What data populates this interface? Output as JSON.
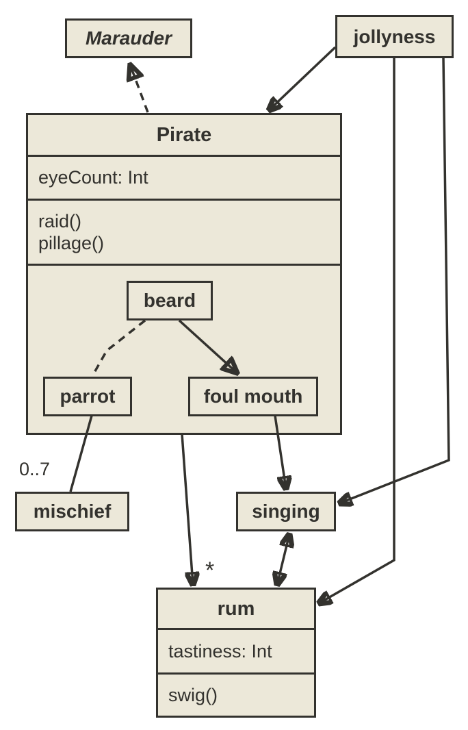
{
  "diagram": {
    "type": "uml-class-diagram",
    "colors": {
      "node_fill": "#ece8d9",
      "stroke": "#33322e",
      "background": "#ffffff"
    },
    "nodes": {
      "marauder": {
        "label": "Marauder"
      },
      "jollyness": {
        "label": "jollyness"
      },
      "pirate": {
        "title": "Pirate",
        "attribute": "eyeCount: Int",
        "method1": "raid()",
        "method2": "pillage()"
      },
      "beard": {
        "label": "beard"
      },
      "parrot": {
        "label": "parrot"
      },
      "foul_mouth": {
        "label": "foul mouth"
      },
      "mischief": {
        "label": "mischief"
      },
      "singing": {
        "label": "singing"
      },
      "rum": {
        "title": "rum",
        "attribute": "tastiness: Int",
        "method": "swig()"
      }
    },
    "edge_labels": {
      "mischief_multiplicity": "0..7",
      "rum_multiplicity": "*"
    }
  }
}
